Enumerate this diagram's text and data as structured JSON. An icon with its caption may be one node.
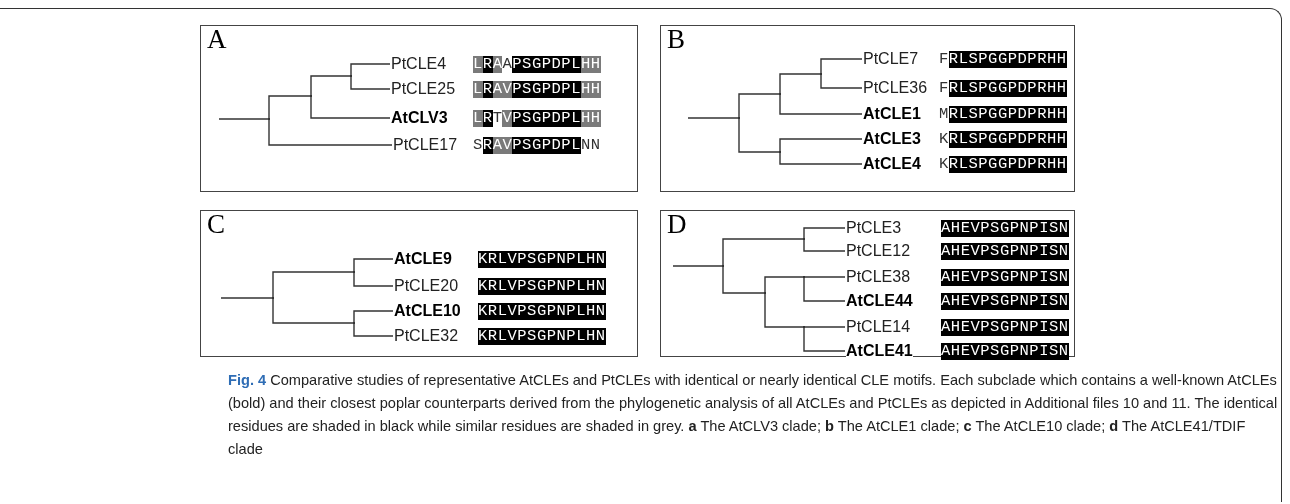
{
  "diagram": {
    "caption": "**Fig. 4** Comparative studies of representative AtCLEs and PtCLEs with identical or nearly identical CLE motifs. Each subclade which contains a well-known AtCLEs (bold) and their closest poplar counterparts derived from the phylogenetic analysis of all AtCLEs and PtCLEs as depicted in Additional files 10 and 11. The identical residues are shaded in black while similar residues are shaded in grey. **a** The AtCLV3 clade; **b** The AtCLE1 clade; **c** The AtCLE10 clade; **d** The AtCLE41/TDIF clade",
    "nodes": [
      {
        "text": [
          "A"
        ]
      },
      {
        "text": [],
        "shape": "point",
        "in": 0
      },
      {
        "text": [],
        "shape": "point",
        "in": 0
      },
      {
        "text": [],
        "shape": "point",
        "in": 0
      },
      {
        "text": [
          "PtCLE4"
        ],
        "beside": [
          "LRAAPSGPDPLHH"
        ],
        "in": 0
      },
      {
        "text": [
          "PtCLE25"
        ],
        "beside": [
          "LRAVPSGPDPLHH"
        ],
        "in": 0
      },
      {
        "text": [
          "AtCLV3"
        ],
        "beside": [
          "LRTVPSGPDPLHH"
        ],
        "in": 0
      },
      {
        "text": [
          "PtCLE17"
        ],
        "beside": [
          "SRAVPSGPDPLNN"
        ],
        "in": 0
      },
      {
        "text": [
          "B"
        ]
      },
      {
        "text": [],
        "shape": "point",
        "in": 8
      },
      {
        "text": [],
        "shape": "point",
        "in": 8
      },
      {
        "text": [],
        "shape": "point",
        "in": 8
      },
      {
        "text": [],
        "shape": "point",
        "in": 8
      },
      {
        "text": [
          "PtCLE7"
        ],
        "beside": [
          "FRLSPGGPDPRHH"
        ],
        "in": 8
      },
      {
        "text": [
          "PtCLE36"
        ],
        "beside": [
          "FRLSPGGPDPRHH"
        ],
        "in": 8
      },
      {
        "text": [
          "AtCLE1"
        ],
        "beside": [
          "MRLSPGGPDPRHH"
        ],
        "in": 8
      },
      {
        "text": [
          "AtCLE3"
        ],
        "beside": [
          "KRLSPGGPDPRHH"
        ],
        "in": 8
      },
      {
        "text": [
          "AtCLE4"
        ],
        "beside": [
          "KRLSPGGPDPRHH"
        ],
        "in": 8
      },
      {
        "text": [
          "C"
        ]
      },
      {
        "text": [],
        "shape": "point",
        "in": 18
      },
      {
        "text": [],
        "shape": "point",
        "in": 18
      },
      {
        "text": [],
        "shape": "point",
        "in": 18
      },
      {
        "text": [
          "AtCLE9"
        ],
        "beside": [
          "KRLVPSGPNPLHN"
        ],
        "in": 18
      },
      {
        "text": [
          "PtCLE20"
        ],
        "beside": [
          "KRLVPSGPNPLHN"
        ],
        "in": 18
      },
      {
        "text": [
          "AtCLE10"
        ],
        "beside": [
          "KRLVPSGPNPLHN"
        ],
        "in": 18
      },
      {
        "text": [
          "PtCLE32"
        ],
        "beside": [
          "KRLVPSGPNPLHN"
        ],
        "in": 18
      },
      {
        "text": [
          "D"
        ]
      },
      {
        "text": [],
        "shape": "point",
        "in": 26
      },
      {
        "text": [],
        "shape": "point",
        "in": 26
      },
      {
        "text": [],
        "shape": "point",
        "in": 26
      },
      {
        "text": [],
        "shape": "point",
        "in": 26
      },
      {
        "text": [],
        "shape": "point",
        "in": 26
      },
      {
        "text": [
          "PtCLE3"
        ],
        "beside": [
          "AHEVPSGPNPISN"
        ],
        "in": 26
      },
      {
        "text": [
          "PtCLE12"
        ],
        "beside": [
          "AHEVPSGPNPISN"
        ],
        "in": 26
      },
      {
        "text": [
          "PtCLE38"
        ],
        "beside": [
          "AHEVPSGPNPISN"
        ],
        "in": 26
      },
      {
        "text": [
          "AtCLE44"
        ],
        "beside": [
          "AHEVPSGPNPISN"
        ],
        "in": 26
      },
      {
        "text": [
          "PtCLE14"
        ],
        "beside": [
          "AHEVPSGPNPISN"
        ],
        "in": 26
      },
      {
        "text": [
          "AtCLE41"
        ],
        "beside": [
          "AHEVPSGPNPISN"
        ],
        "in": 26
      }
    ],
    "edges": [
      {
        "from": null,
        "to": 1,
        "arrow": "none"
      },
      {
        "from": 1,
        "to": 2,
        "arrow": "none"
      },
      {
        "from": 1,
        "to": 7,
        "arrow": "none"
      },
      {
        "from": 2,
        "to": 3,
        "arrow": "none"
      },
      {
        "from": 2,
        "to": 6,
        "arrow": "none"
      },
      {
        "from": 3,
        "to": 4,
        "arrow": "none"
      },
      {
        "from": 3,
        "to": 5,
        "arrow": "none"
      },
      {
        "from": null,
        "to": 9,
        "arrow": "none"
      },
      {
        "from": 9,
        "to": 10,
        "arrow": "none"
      },
      {
        "from": 9,
        "to": 12,
        "arrow": "none"
      },
      {
        "from": 10,
        "to": 11,
        "arrow": "none"
      },
      {
        "from": 10,
        "to": 15,
        "arrow": "none"
      },
      {
        "from": 11,
        "to": 13,
        "arrow": "none"
      },
      {
        "from": 11,
        "to": 14,
        "arrow": "none"
      },
      {
        "from": 12,
        "to": 16,
        "arrow": "none"
      },
      {
        "from": 12,
        "to": 17,
        "arrow": "none"
      },
      {
        "from": null,
        "to": 19,
        "arrow": "none"
      },
      {
        "from": 19,
        "to": 20,
        "arrow": "none"
      },
      {
        "from": 19,
        "to": 21,
        "arrow": "none"
      },
      {
        "from": 20,
        "to": 22,
        "arrow": "none"
      },
      {
        "from": 20,
        "to": 23,
        "arrow": "none"
      },
      {
        "from": 21,
        "to": 24,
        "arrow": "none"
      },
      {
        "from": 21,
        "to": 25,
        "arrow": "none"
      },
      {
        "from": null,
        "to": 27,
        "arrow": "none"
      },
      {
        "from": 27,
        "to": 28,
        "arrow": "none"
      },
      {
        "from": 27,
        "to": 29,
        "arrow": "none"
      },
      {
        "from": 28,
        "to": 32,
        "arrow": "none"
      },
      {
        "from": 28,
        "to": 33,
        "arrow": "none"
      },
      {
        "from": 29,
        "to": 30,
        "arrow": "none"
      },
      {
        "from": 29,
        "to": 31,
        "arrow": "none"
      },
      {
        "from": 30,
        "to": 34,
        "arrow": "none"
      },
      {
        "from": 30,
        "to": 35,
        "arrow": "none"
      },
      {
        "from": 31,
        "to": 36,
        "arrow": "none"
      },
      {
        "from": 31,
        "to": 37,
        "arrow": "none"
      }
    ]
  }
}
